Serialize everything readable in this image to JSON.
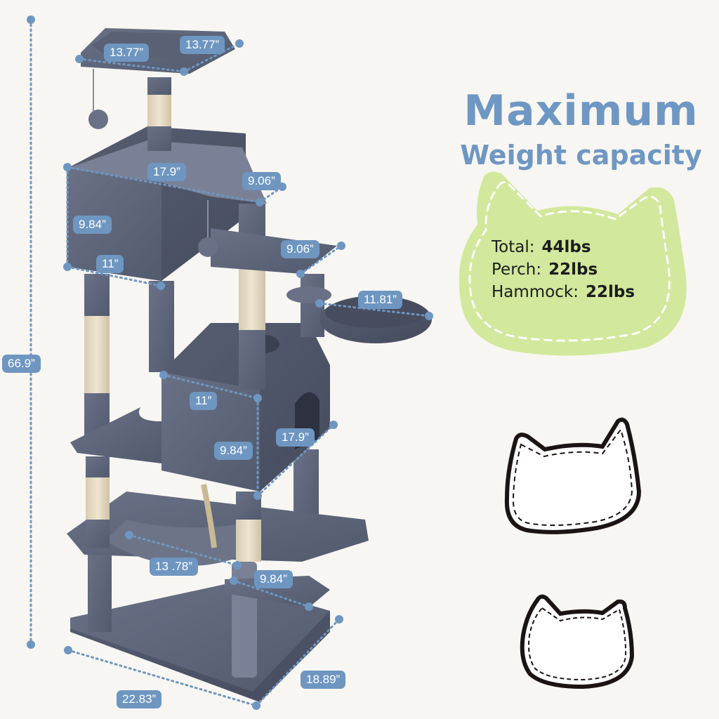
{
  "headline": {
    "title": "Maximum",
    "subtitle": "Weight capacity"
  },
  "capacity": [
    {
      "label": "Total:",
      "value": "44lbs"
    },
    {
      "label": "Perch:",
      "value": "22lbs"
    },
    {
      "label": "Hammock:",
      "value": "22lbs"
    }
  ],
  "dimensions": {
    "top_perch_width": "13.77”",
    "top_perch_depth": "13.77”",
    "upper_platform_width": "17.9”",
    "upper_platform_depth": "9.06”",
    "upper_condo_height": "9.84”",
    "upper_condo_width": "11”",
    "side_step_depth": "9.06”",
    "basket_diameter": "11.81”",
    "total_height": "66.9”",
    "lower_condo_width": "11”",
    "lower_condo_height": "9.84”",
    "lower_condo_depth": "17.9”",
    "hammock_width": "13 .78”",
    "lower_step_depth": "9.84”",
    "base_width": "22.83”",
    "base_depth": "18.89”"
  },
  "colors": {
    "background": "#f8f6f2",
    "accent_blue": "#6e96c0",
    "plush_gray": "#5d6478",
    "sisal": "#e3d8c2",
    "badge_green": "#d2e89c",
    "outline_dark": "#1c1414"
  }
}
